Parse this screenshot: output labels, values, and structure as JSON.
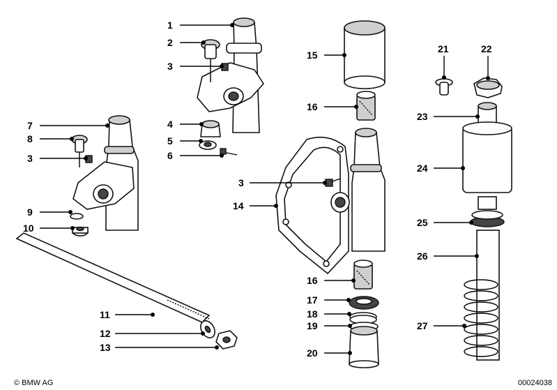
{
  "callouts": [
    {
      "label": "1"
    },
    {
      "label": "2"
    },
    {
      "label": "3"
    },
    {
      "label": "4"
    },
    {
      "label": "5"
    },
    {
      "label": "6"
    },
    {
      "label": "7"
    },
    {
      "label": "8"
    },
    {
      "label": "3"
    },
    {
      "label": "9"
    },
    {
      "label": "10"
    },
    {
      "label": "11"
    },
    {
      "label": "12"
    },
    {
      "label": "13"
    },
    {
      "label": "15"
    },
    {
      "label": "16"
    },
    {
      "label": "3"
    },
    {
      "label": "14"
    },
    {
      "label": "16"
    },
    {
      "label": "17"
    },
    {
      "label": "18"
    },
    {
      "label": "19"
    },
    {
      "label": "20"
    },
    {
      "label": "21"
    },
    {
      "label": "22"
    },
    {
      "label": "23"
    },
    {
      "label": "24"
    },
    {
      "label": "25"
    },
    {
      "label": "26"
    },
    {
      "label": "27"
    }
  ],
  "footer": {
    "copyright": "© BMW AG",
    "diagram_number": "00024038"
  }
}
